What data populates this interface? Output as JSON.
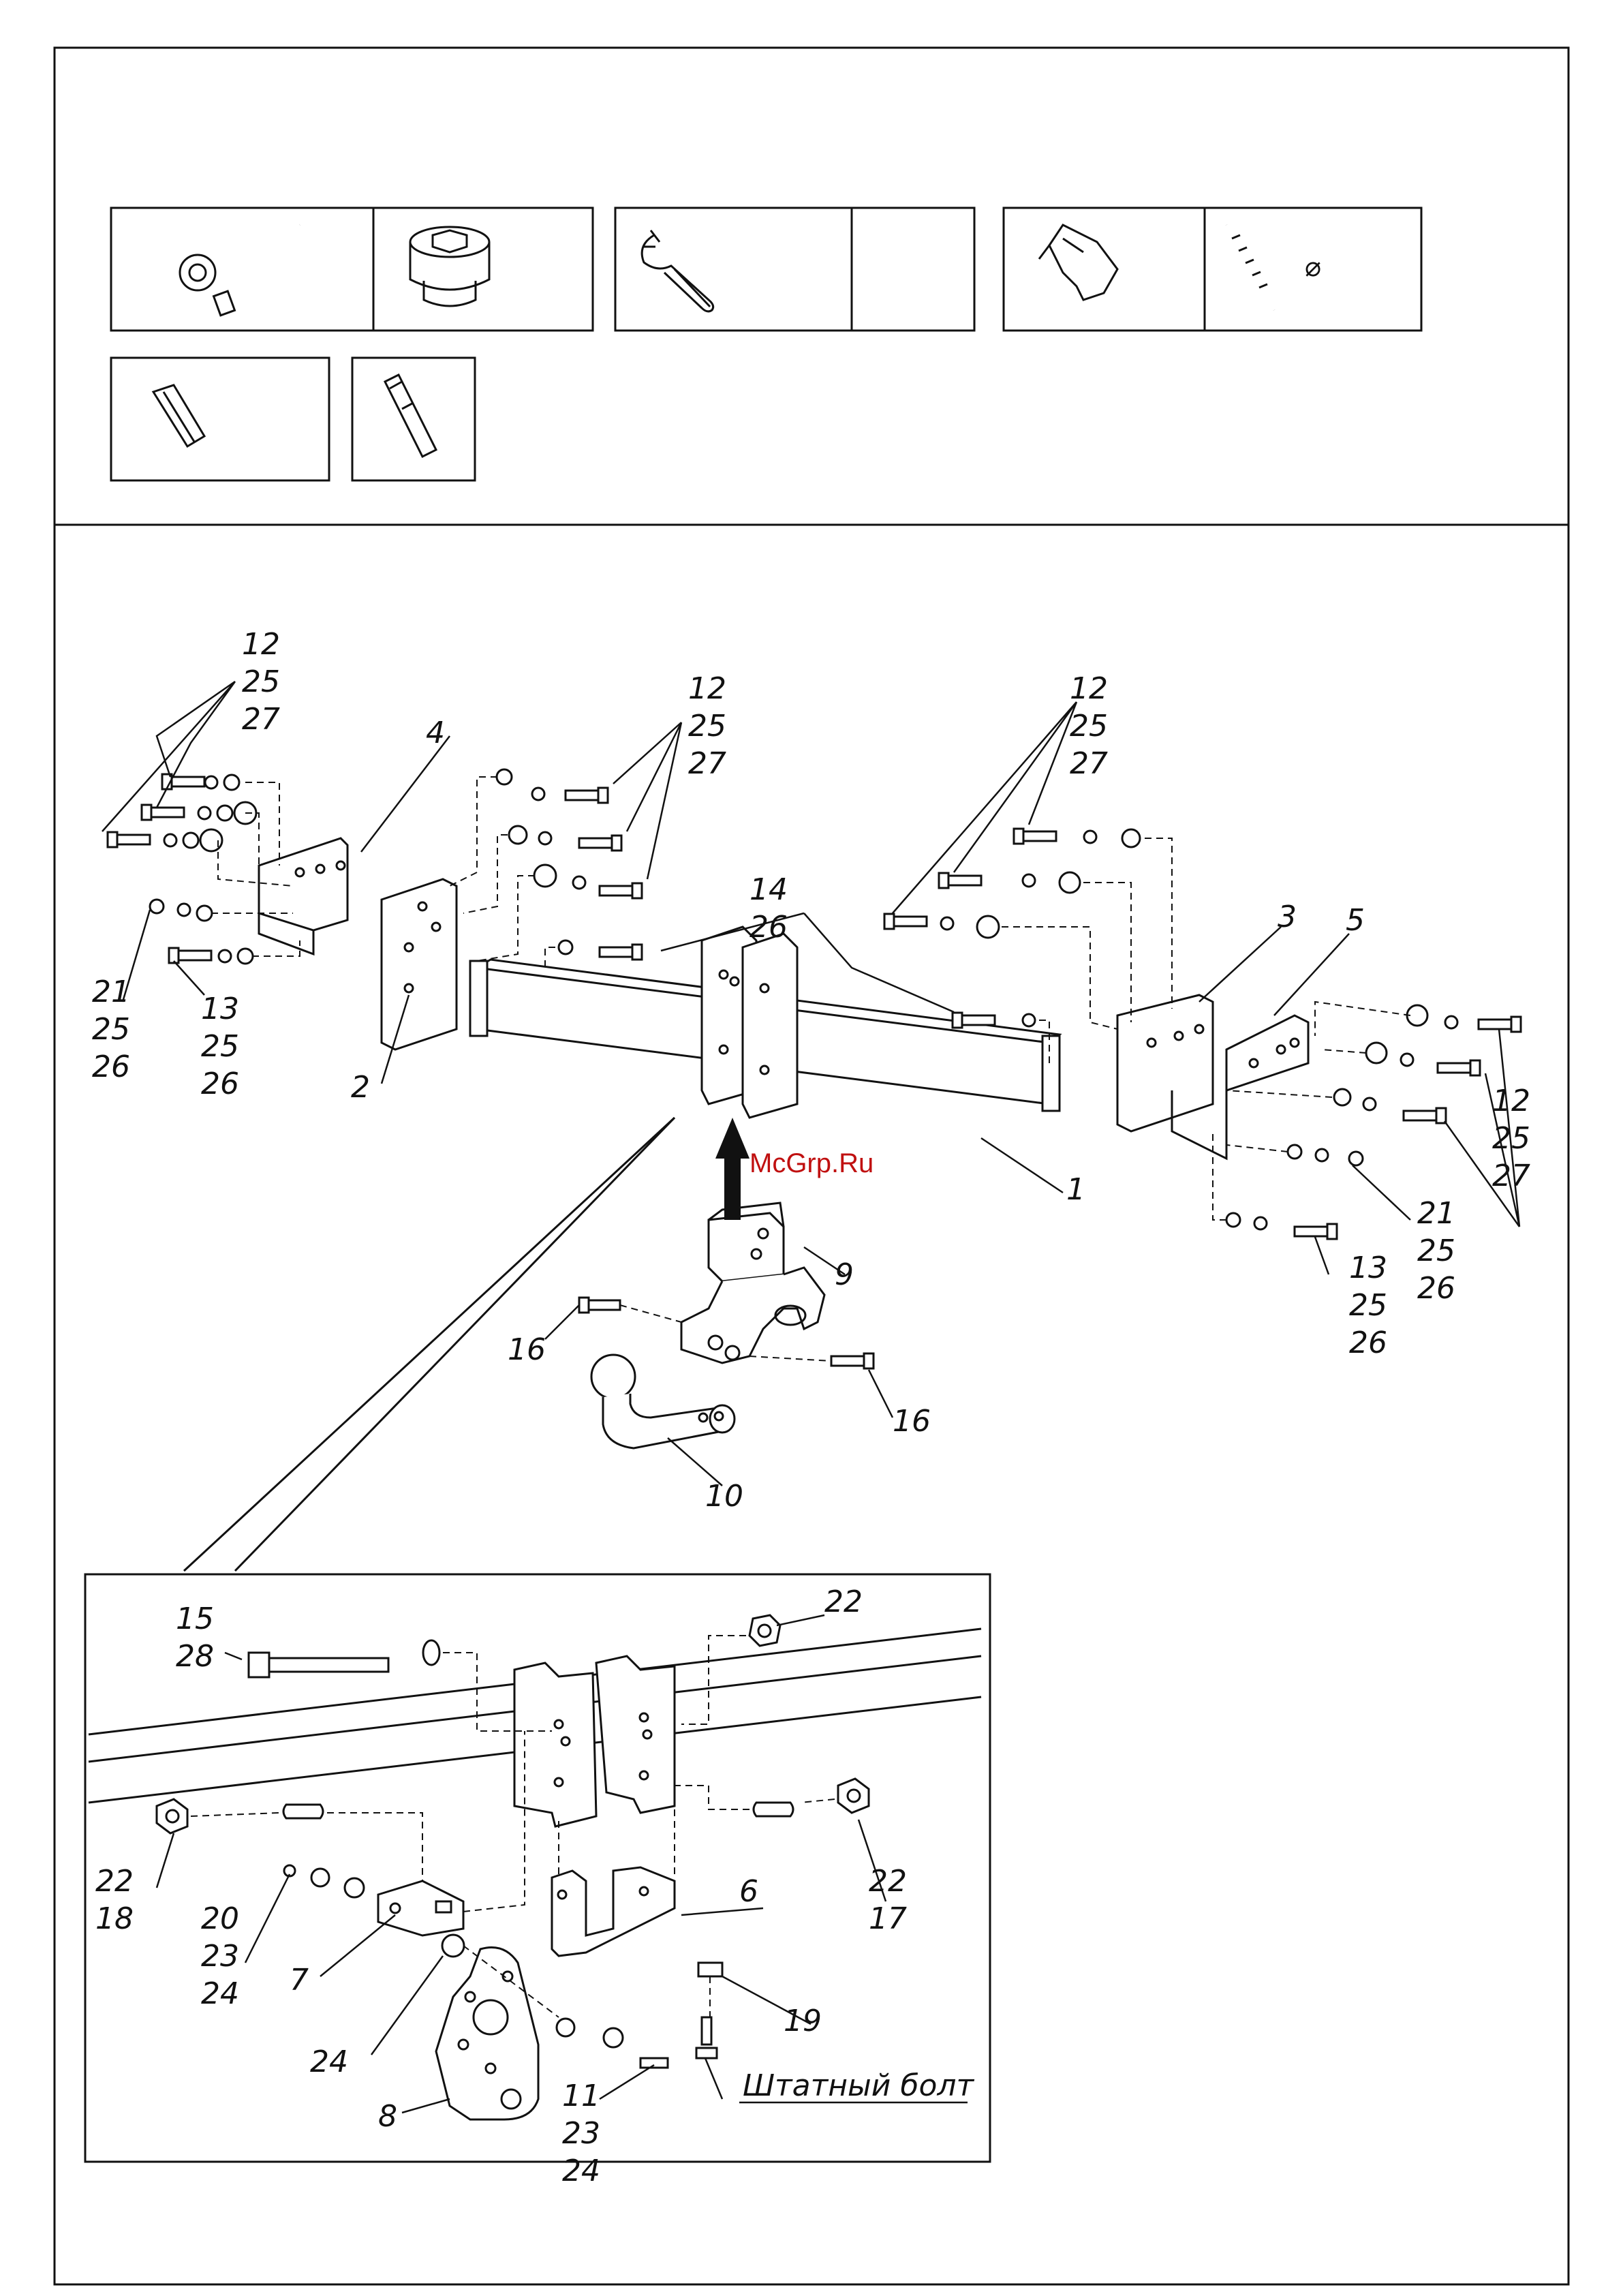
{
  "watermark": "McGrp.Ru",
  "tools": [
    {
      "icon": "ratchet-wrench-icon"
    },
    {
      "icon": "socket-head-icon"
    },
    {
      "icon": "open-end-wrench-icon"
    },
    {
      "icon": "empty-cell"
    },
    {
      "icon": "power-drill-icon"
    },
    {
      "icon": "drill-bit-icon",
      "text": "⌀"
    },
    {
      "icon": "hex-bit-icon"
    },
    {
      "icon": "utility-knife-icon"
    }
  ],
  "main": {
    "labels": [
      {
        "id": "l1",
        "lines": [
          "12",
          "25",
          "27"
        ]
      },
      {
        "id": "l2",
        "lines": [
          "12",
          "25",
          "27"
        ]
      },
      {
        "id": "l3",
        "lines": [
          "12",
          "25",
          "27"
        ]
      },
      {
        "id": "l4",
        "lines": [
          "12",
          "25",
          "27"
        ]
      },
      {
        "id": "l5",
        "lines": [
          "4"
        ]
      },
      {
        "id": "l6",
        "lines": [
          "14",
          "26"
        ]
      },
      {
        "id": "l7",
        "lines": [
          "3"
        ]
      },
      {
        "id": "l8",
        "lines": [
          "5"
        ]
      },
      {
        "id": "l9",
        "lines": [
          "21",
          "25",
          "26"
        ]
      },
      {
        "id": "l10",
        "lines": [
          "13",
          "25",
          "26"
        ]
      },
      {
        "id": "l11",
        "lines": [
          "2"
        ]
      },
      {
        "id": "l12",
        "lines": [
          "1"
        ]
      },
      {
        "id": "l13",
        "lines": [
          "21",
          "25",
          "26"
        ]
      },
      {
        "id": "l14",
        "lines": [
          "13",
          "25",
          "26"
        ]
      },
      {
        "id": "l15",
        "lines": [
          "9"
        ]
      },
      {
        "id": "l16",
        "lines": [
          "16"
        ]
      },
      {
        "id": "l17",
        "lines": [
          "16"
        ]
      },
      {
        "id": "l18",
        "lines": [
          "10"
        ]
      }
    ]
  },
  "detail": {
    "labels": [
      {
        "id": "d1",
        "lines": [
          "15",
          "28"
        ]
      },
      {
        "id": "d2",
        "lines": [
          "22"
        ]
      },
      {
        "id": "d3",
        "lines": [
          "22",
          "18"
        ]
      },
      {
        "id": "d4",
        "lines": [
          "22",
          "17"
        ]
      },
      {
        "id": "d5",
        "lines": [
          "20",
          "23",
          "24"
        ]
      },
      {
        "id": "d6",
        "lines": [
          "6"
        ]
      },
      {
        "id": "d7",
        "lines": [
          "7"
        ]
      },
      {
        "id": "d8",
        "lines": [
          "19"
        ]
      },
      {
        "id": "d9",
        "lines": [
          "24"
        ]
      },
      {
        "id": "d10",
        "lines": [
          "11",
          "23",
          "24"
        ]
      },
      {
        "id": "d11",
        "lines": [
          "8"
        ]
      }
    ],
    "oem_bolt_label": "Штатный болт"
  }
}
